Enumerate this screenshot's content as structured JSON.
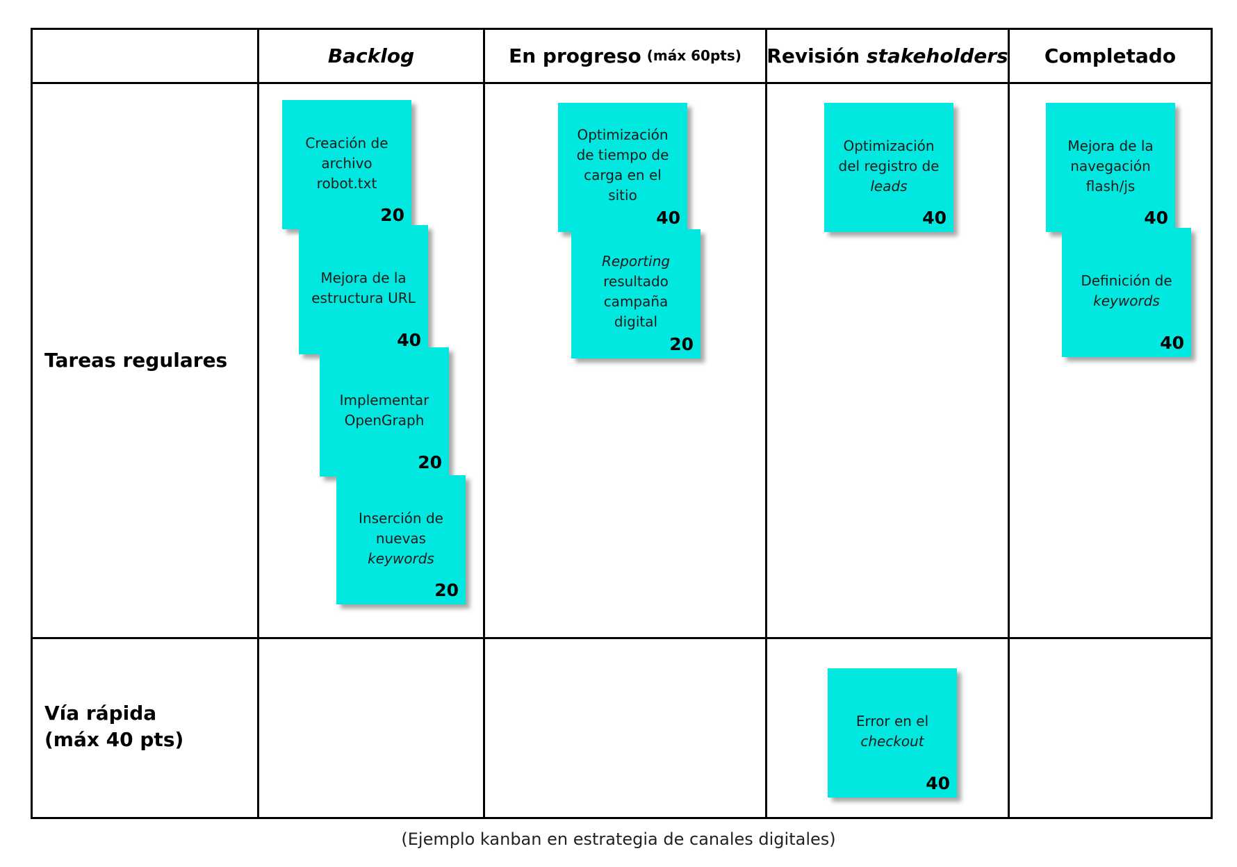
{
  "board": {
    "columns": {
      "backlog": "Backlog",
      "progress_main": "En progreso",
      "progress_limit": "(máx 60pts)",
      "review_main": "Revisión",
      "review_italic": "stakeholders",
      "done": "Completado"
    },
    "rows": {
      "regular": "Tareas regulares",
      "fast_line1": "Vía rápida",
      "fast_line2": "(máx 40 pts)"
    },
    "notes": {
      "n1": {
        "l1": "Creación de",
        "l2": "archivo",
        "l3": "robot.txt",
        "pts": "20"
      },
      "n2": {
        "l1": "Mejora de la",
        "l2": "estructura URL",
        "pts": "40"
      },
      "n3": {
        "l1": "Implementar",
        "l2": "OpenGraph",
        "pts": "20"
      },
      "n4": {
        "l1": "Inserción de",
        "l2": "nuevas",
        "l3": "keywords",
        "pts": "20"
      },
      "n5": {
        "l1": "Optimización",
        "l2": "de tiempo de",
        "l3": "carga en el",
        "l4": "sitio",
        "pts": "40"
      },
      "n6": {
        "l1": "Reporting",
        "l2": "resultado",
        "l3": "campaña",
        "l4": "digital",
        "pts": "20"
      },
      "n7": {
        "l1": "Optimización",
        "l2": "del registro de",
        "l3": "leads",
        "pts": "40"
      },
      "n8": {
        "l1": "Mejora de la",
        "l2": "navegación",
        "l3": "flash/js",
        "pts": "40"
      },
      "n9": {
        "l1": "Definición de",
        "l2": "keywords",
        "pts": "40"
      },
      "n10": {
        "l1": "Error en el",
        "l2": "checkout",
        "pts": "40"
      }
    }
  },
  "caption": "(Ejemplo kanban en estrategia de canales digitales)",
  "colors": {
    "note": "#00e8e0",
    "grid": "#000000"
  }
}
